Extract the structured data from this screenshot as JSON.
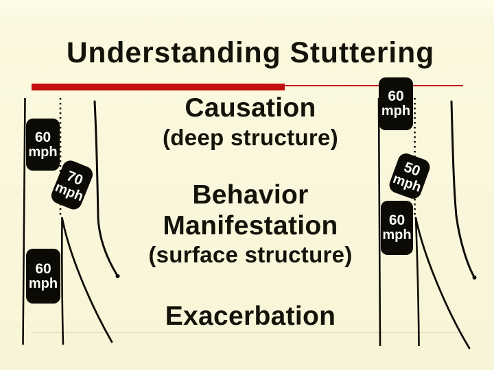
{
  "title": "Understanding Stuttering",
  "body": {
    "lines": [
      {
        "text": "Causation"
      },
      {
        "text": "(deep structure)"
      },
      {
        "text": "Behavior"
      },
      {
        "text": "Manifestation"
      },
      {
        "text": "(surface structure)"
      },
      {
        "text": "Exacerbation"
      }
    ]
  },
  "speed_signs": {
    "left_top": {
      "value": "60",
      "unit": "mph",
      "tilt_deg": 0
    },
    "left_middle": {
      "value": "70",
      "unit": "mph",
      "tilt_deg": 22
    },
    "left_bottom": {
      "value": "60",
      "unit": "mph",
      "tilt_deg": 0
    },
    "right_top": {
      "value": "60",
      "unit": "mph",
      "tilt_deg": 0
    },
    "right_middle": {
      "value": "50",
      "unit": "mph",
      "tilt_deg": 20
    },
    "right_bottom": {
      "value": "60",
      "unit": "mph",
      "tilt_deg": 0
    }
  },
  "decorations": {
    "title_underline": "thick red bar continuing as thin red line",
    "roads": "two vertical road drawings: solid edge line, dotted center line forking into curved paths",
    "bottom_rule": "faint horizontal line near slide bottom"
  },
  "colors": {
    "background": "#faf7dc",
    "accent_red": "#c20e0e",
    "sign_black": "#0b0a04",
    "sign_text": "#fdfdf6",
    "line_black": "#0e0d07",
    "faint_line": "#e9d9c3",
    "text_black": "#14130a"
  }
}
